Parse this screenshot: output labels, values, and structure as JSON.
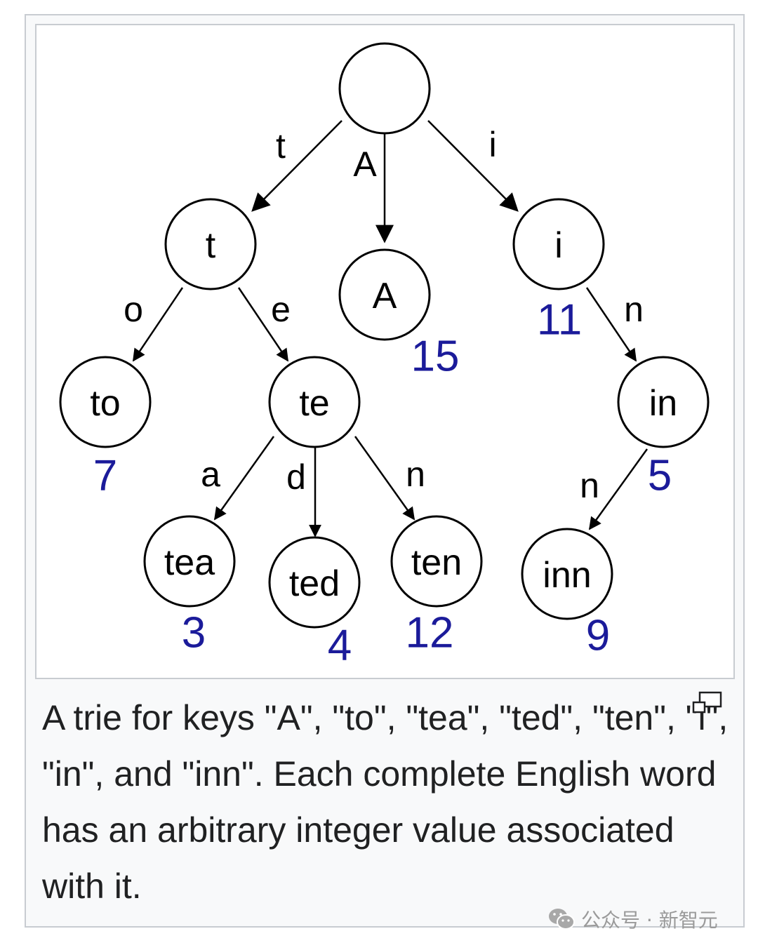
{
  "figure": {
    "caption": "A trie for keys \"A\", \"to\", \"tea\", \"ted\", \"ten\", \"i\", \"in\", and \"inn\". Each complete English word has an arbitrary integer value associated with it.",
    "enlarge_icon": "magnify-clip-icon",
    "colors": {
      "value": "#1b1b9a",
      "frame_border": "#c8ccd1",
      "frame_background": "#f8f9fa",
      "caption_text": "#202122"
    },
    "nodes": [
      {
        "id": "root",
        "label": ""
      },
      {
        "id": "t",
        "label": "t"
      },
      {
        "id": "A",
        "label": "A",
        "value": "15"
      },
      {
        "id": "i",
        "label": "i",
        "value": "11"
      },
      {
        "id": "to",
        "label": "to",
        "value": "7"
      },
      {
        "id": "te",
        "label": "te"
      },
      {
        "id": "in",
        "label": "in",
        "value": "5"
      },
      {
        "id": "tea",
        "label": "tea",
        "value": "3"
      },
      {
        "id": "ted",
        "label": "ted",
        "value": "4"
      },
      {
        "id": "ten",
        "label": "ten",
        "value": "12"
      },
      {
        "id": "inn",
        "label": "inn",
        "value": "9"
      }
    ],
    "edges": [
      {
        "from": "root",
        "to": "t",
        "label": "t"
      },
      {
        "from": "root",
        "to": "A",
        "label": "A"
      },
      {
        "from": "root",
        "to": "i",
        "label": "i"
      },
      {
        "from": "t",
        "to": "to",
        "label": "o"
      },
      {
        "from": "t",
        "to": "te",
        "label": "e"
      },
      {
        "from": "i",
        "to": "in",
        "label": "n"
      },
      {
        "from": "te",
        "to": "tea",
        "label": "a"
      },
      {
        "from": "te",
        "to": "ted",
        "label": "d"
      },
      {
        "from": "te",
        "to": "ten",
        "label": "n"
      },
      {
        "from": "in",
        "to": "inn",
        "label": "n"
      }
    ]
  },
  "watermark": {
    "icon": "wechat-icon",
    "text": "公众号 · 新智元"
  }
}
